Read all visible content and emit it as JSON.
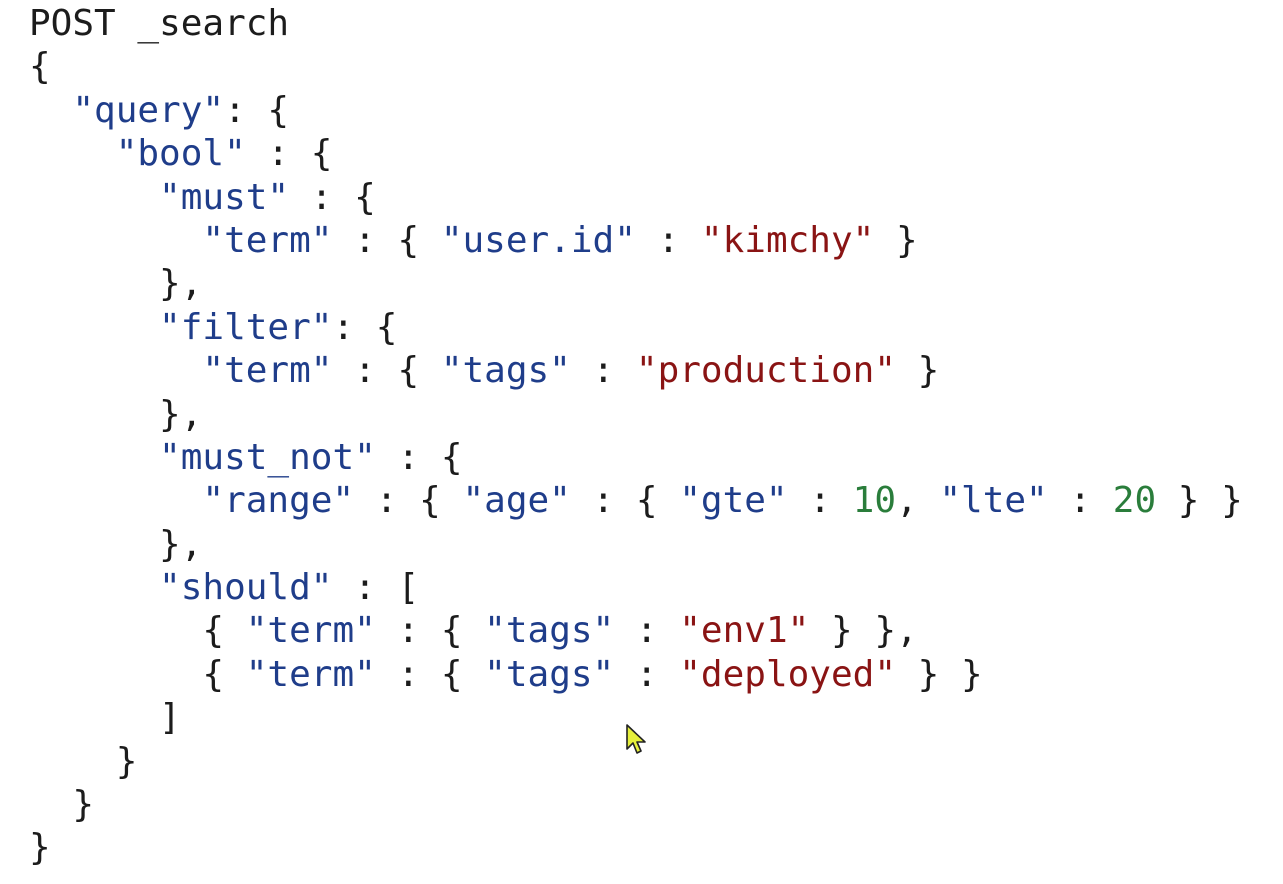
{
  "request": {
    "method": "POST",
    "endpoint": "_search"
  },
  "body": {
    "query_key": "\"query\"",
    "bool_key": "\"bool\"",
    "must_key": "\"must\"",
    "must_term_key": "\"term\"",
    "must_field": "\"user.id\"",
    "must_value": "\"kimchy\"",
    "filter_key": "\"filter\"",
    "filter_term_key": "\"term\"",
    "filter_field": "\"tags\"",
    "filter_value": "\"production\"",
    "must_not_key": "\"must_not\"",
    "range_key": "\"range\"",
    "range_field": "\"age\"",
    "gte_key": "\"gte\"",
    "gte_value": "10",
    "lte_key": "\"lte\"",
    "lte_value": "20",
    "should_key": "\"should\"",
    "should_items": [
      {
        "term_key": "\"term\"",
        "field": "\"tags\"",
        "value": "\"env1\""
      },
      {
        "term_key": "\"term\"",
        "field": "\"tags\"",
        "value": "\"deployed\""
      }
    ]
  },
  "colors": {
    "key": "#1f3d8a",
    "string": "#8a1414",
    "number": "#2a7d3b",
    "punctuation": "#1c1c1c",
    "cursor": "#e6f03c"
  },
  "icons": {
    "cursor": "mouse-pointer-icon"
  }
}
